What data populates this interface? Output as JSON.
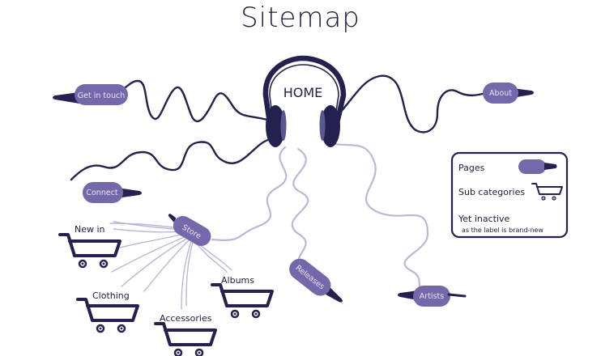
{
  "title": "Sitemap",
  "home": {
    "label": "HOME"
  },
  "pages": {
    "get_in_touch": "Get in touch",
    "about": "About",
    "connect": "Connect",
    "store": "Store",
    "releases": "Releases",
    "artists": "Artists"
  },
  "subcategories": {
    "new_in": "New in",
    "clothing": "Clothing",
    "accessories": "Accessories",
    "albums": "Albums"
  },
  "legend": {
    "pages": "Pages",
    "sub_categories": "Sub categories",
    "yet_inactive": "Yet inactive",
    "inactive_note": "as the label is brand-new"
  },
  "colors": {
    "navy": "#24214f",
    "purple": "#7468ab",
    "lavender": "#bab8d6",
    "text": "#1f1c3e"
  }
}
